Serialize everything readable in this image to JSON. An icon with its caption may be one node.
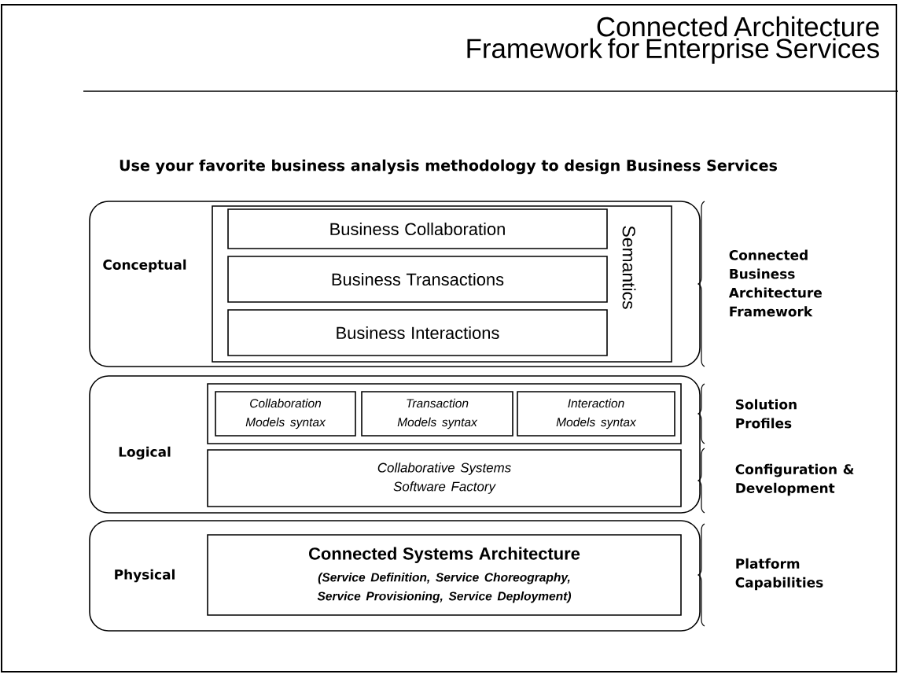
{
  "diagram": {
    "title": "Connected Architecture Framework for Enterprise Services",
    "nodes": [
      {
        "text": [
          "Conceptual"
        ]
      },
      {
        "text": [
          "Semantics"
        ],
        "in": 0
      },
      {
        "text": [
          "Business Collaboration"
        ],
        "in": 1
      },
      {
        "text": [
          "Business Transactions"
        ],
        "in": 1
      },
      {
        "text": [
          "Business Interactions"
        ],
        "in": 1
      },
      {
        "text": [
          "Logical"
        ]
      },
      {
        "text": [],
        "shape": "box",
        "in": 5
      },
      {
        "text": [
          "Collaboration Models syntax"
        ],
        "in": 6
      },
      {
        "text": [
          "Transaction Models syntax"
        ],
        "in": 6
      },
      {
        "text": [
          "Interaction Models syntax"
        ],
        "in": 6
      },
      {
        "text": [
          "Collaborative Systems Software Factory"
        ],
        "in": 5
      },
      {
        "text": [
          "Physical"
        ]
      },
      {
        "text": [
          "Connected Systems Architecture",
          "(Service Definition, Service Choreography, Service Provisioning, Service Deployment)"
        ],
        "in": 11
      }
    ],
    "labels": [
      "Use your favorite business analysis methodology to design Business Services",
      "Connected Business Architecture Framework",
      "Solution Profiles",
      "Configuration & Development",
      "Platform Capabilities"
    ]
  }
}
